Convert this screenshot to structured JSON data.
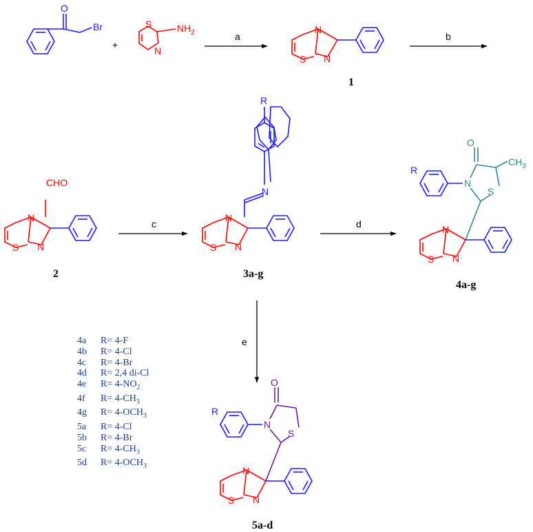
{
  "colors": {
    "benzene": "#1a1aff",
    "heterocycle": "#ff0000",
    "thiazolidinone_4": "#2e8b8b",
    "thiazolidinone_5": "#6a1b9a",
    "text_list": "#1f3f8a",
    "arrow": "#000000"
  },
  "steps": {
    "a": "a",
    "b": "b",
    "c": "c",
    "d": "d",
    "e": "e"
  },
  "compounds": {
    "c1": "1",
    "c2": "2",
    "c3": "3a-g",
    "c4": "4a-g",
    "c5": "5a-d"
  },
  "atoms": {
    "O": "O",
    "Br": "Br",
    "S": "S",
    "N": "N",
    "NH2": "NH",
    "sub2": "2",
    "CHO": "CHO",
    "R": "R",
    "CH3": "CH",
    "sub3": "3",
    "plus": "+"
  },
  "substituents": [
    {
      "code": "4a",
      "r": "R= 4-F"
    },
    {
      "code": "4b",
      "r": "R= 4-Cl"
    },
    {
      "code": "4c",
      "r": "R= 4-Br"
    },
    {
      "code": "4d",
      "r": "R= 2,4 di-Cl"
    },
    {
      "code": "4e",
      "r": "R= 4-NO",
      "sub": "2"
    },
    {
      "code": "4f",
      "r": "R= 4-CH",
      "sub": "3"
    },
    {
      "code": "4g",
      "r": "R= 4-OCH",
      "sub": "3"
    },
    {
      "code": "5a",
      "r": "R= 4-Cl"
    },
    {
      "code": "5b",
      "r": "R= 4-Br"
    },
    {
      "code": "5c",
      "r": "R= 4-CH",
      "sub": "3"
    },
    {
      "code": "5d",
      "r": "R= 4-OCH",
      "sub": "3"
    }
  ]
}
